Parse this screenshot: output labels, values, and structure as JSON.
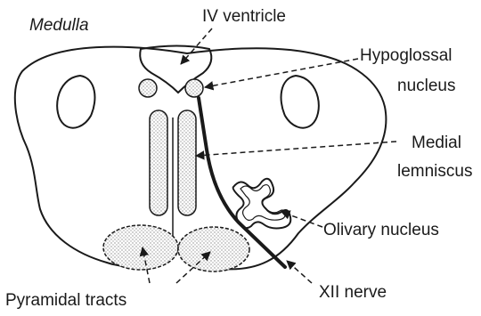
{
  "title": "Medulla",
  "labels": {
    "iv_ventricle": "IV ventricle",
    "hypoglossal_nucleus_l1": "Hypoglossal",
    "hypoglossal_nucleus_l2": "nucleus",
    "medial_lemniscus_l1": "Medial",
    "medial_lemniscus_l2": "lemniscus",
    "olivary_nucleus": "Olivary nucleus",
    "xii_nerve": "XII nerve",
    "pyramidal_tracts": "Pyramidal tracts"
  },
  "colors": {
    "line": "#1a1a1a",
    "stipple": "#bdbdbd",
    "background": "#ffffff"
  }
}
